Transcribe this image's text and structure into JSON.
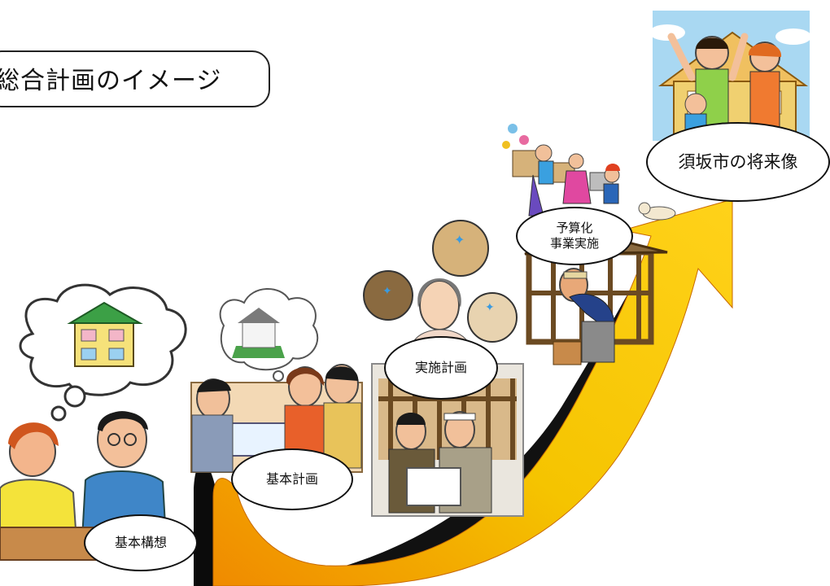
{
  "title": "総合計画のイメージ",
  "stages": {
    "kihon_koso": "基本構想",
    "kihon_keikaku": "基本計画",
    "jisshi_keikaku": "実施計画",
    "yosan": "予算化\n事業実施",
    "shorai": "須坂市の将来像"
  },
  "colors": {
    "arrow_yellow": "#f5c400",
    "arrow_orange": "#f08a00",
    "arrow_shadow": "#111111",
    "sky_blue": "#a9d8f2"
  }
}
